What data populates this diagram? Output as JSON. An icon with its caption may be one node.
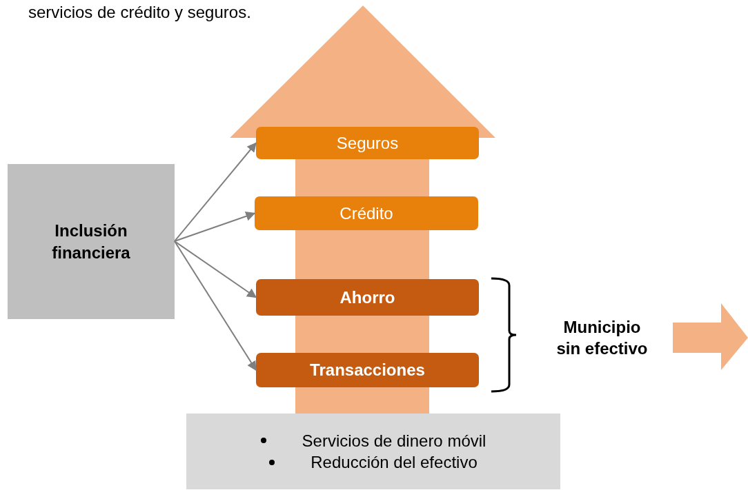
{
  "diagram": {
    "nodes": [
      {
        "text": [
          "Inclusión financiera"
        ]
      },
      {
        "text": [
          "Seguros"
        ]
      },
      {
        "text": [
          "Crédito"
        ]
      },
      {
        "text": [
          "Ahorro"
        ]
      },
      {
        "text": [
          "Transacciones"
        ]
      },
      {
        "text": [
          "Municipio sin efectivo"
        ]
      },
      {
        "text": [
          "Servicios de dinero móvil",
          "Reducción del efectivo"
        ]
      }
    ],
    "edges": [
      {
        "from": 0,
        "to": 1,
        "arrow": "to"
      },
      {
        "from": 0,
        "to": 2,
        "arrow": "to"
      },
      {
        "from": 0,
        "to": 3,
        "arrow": "to"
      },
      {
        "from": 0,
        "to": 4,
        "arrow": "to"
      }
    ],
    "labels": [
      "servicios de crédito y seguros."
    ]
  }
}
